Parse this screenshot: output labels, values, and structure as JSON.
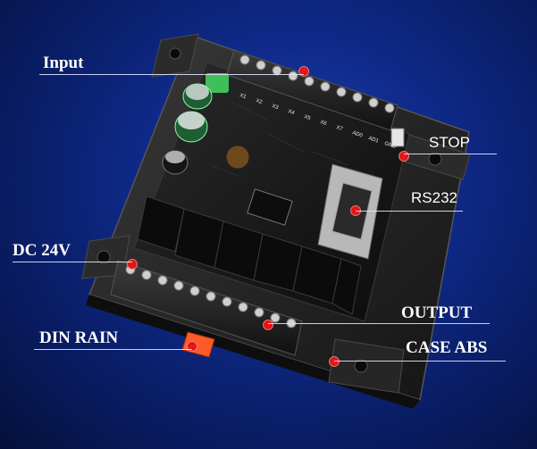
{
  "image": {
    "subject": "PLC relay controller board on DIN-rail case",
    "background_color": "#0f2a8a",
    "marker_color": "#e01818"
  },
  "labels": {
    "input": "Input",
    "dc24v": "DC 24V",
    "din_rain": "DIN RAIN",
    "stop": "STOP",
    "rs232": "RS232",
    "output": "OUTPUT",
    "case_abs": "CASE ABS"
  },
  "board_silkscreen": [
    "X1",
    "X2",
    "X3",
    "X4",
    "X5",
    "X6",
    "X7",
    "AD0",
    "AD1",
    "GND"
  ]
}
